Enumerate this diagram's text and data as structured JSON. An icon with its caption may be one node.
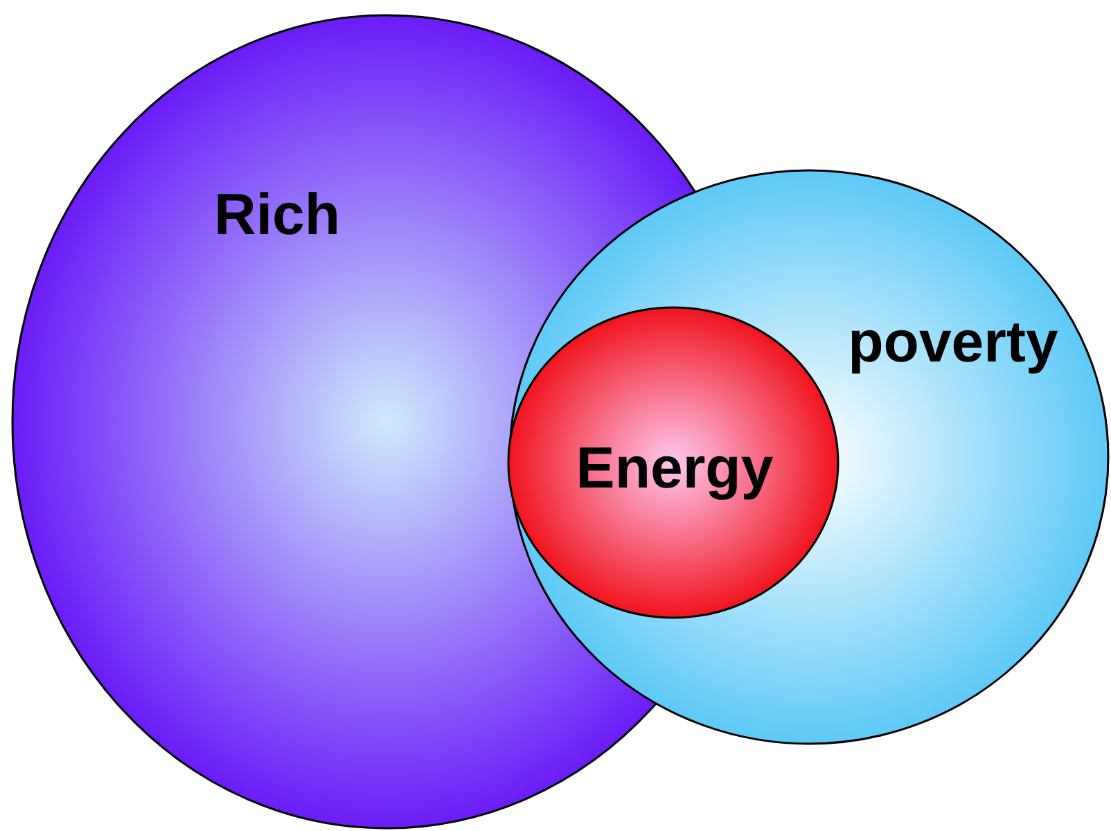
{
  "diagram": {
    "nodes": [
      {
        "text": [
          "Rich"
        ]
      },
      {
        "text": [
          "poverty"
        ]
      },
      {
        "text": [
          "Energy"
        ],
        "in": 1
      }
    ]
  }
}
